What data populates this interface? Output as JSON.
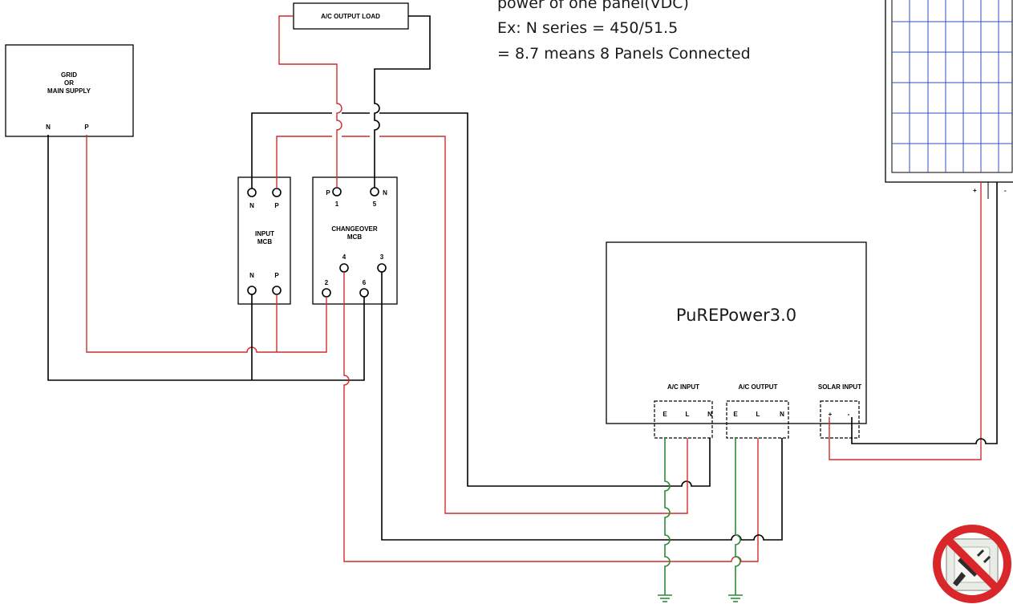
{
  "notes": {
    "line1": "power of one panel(VDC)",
    "line2": "Ex: N series = 450/51.5",
    "line3": "= 8.7 means 8 Panels Connected"
  },
  "load": {
    "label": "A/C OUTPUT LOAD"
  },
  "grid": {
    "line1": "GRID",
    "line2": "OR",
    "line3": "MAIN SUPPLY",
    "n": "N",
    "p": "P"
  },
  "input_mcb": {
    "line1": "INPUT",
    "line2": "MCB",
    "top_n": "N",
    "top_p": "P",
    "bot_n": "N",
    "bot_p": "P"
  },
  "changeover": {
    "line1": "CHANGEOVER",
    "line2": "MCB",
    "t_p": "P",
    "t_n": "N",
    "t1": "1",
    "t5": "5",
    "t4": "4",
    "t3": "3",
    "t2": "2",
    "t6": "6"
  },
  "inverter": {
    "name": "PuREPower3.0",
    "ac_input": "A/C INPUT",
    "ac_output": "A/C OUTPUT",
    "solar_input": "SOLAR INPUT",
    "e": "E",
    "l": "L",
    "n": "N",
    "plus": "+",
    "minus": "-"
  },
  "panel": {
    "plus": "+",
    "minus": "-"
  },
  "colors": {
    "live": "#d42a2a",
    "neutral": "#000000",
    "earth": "#2e8b3a",
    "panel_grid": "#2f4fbf",
    "no_plug_ring": "#d8262a"
  },
  "icons": {
    "no_plug": "no-plug-icon"
  }
}
